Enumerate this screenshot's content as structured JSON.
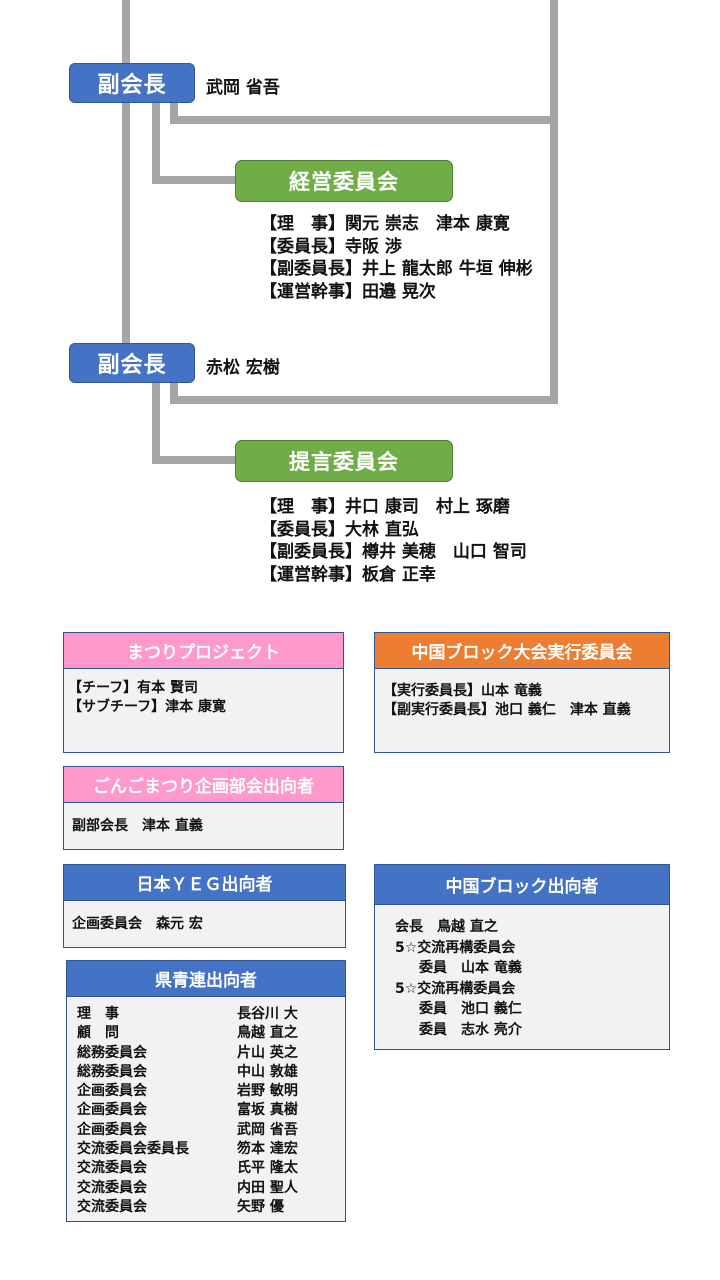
{
  "top": {
    "vp1": {
      "label": "副会長",
      "name": "武岡 省吾"
    },
    "committee1": {
      "label": "経営委員会",
      "lines": [
        "【理　事】関元 崇志　津本 康寛",
        "【委員長】寺阪 渉",
        "【副委員長】井上 龍太郎 牛垣 伸彬",
        "【運営幹事】田邉 晃次"
      ]
    },
    "vp2": {
      "label": "副会長",
      "name": "赤松 宏樹"
    },
    "committee2": {
      "label": "提言委員会",
      "lines": [
        "【理　事】井口 康司　村上 琢磨",
        "【委員長】大林 直弘",
        "【副委員長】樽井 美穂　山口 智司",
        "【運営幹事】板倉 正幸"
      ]
    }
  },
  "panels": {
    "matsuri": {
      "title": "まつりプロジェクト",
      "lines": [
        "【チーフ】有本 賢司",
        "【サブチーフ】津本 康寛"
      ]
    },
    "chugoku_taikai": {
      "title": "中国ブロック大会実行委員会",
      "lines": [
        "【実行委員長】山本 竜義",
        "【副実行委員長】池口 義仁　津本 直義"
      ]
    },
    "gongo": {
      "title": "ごんごまつり企画部会出向者",
      "lines": [
        "副部会長　津本 直義"
      ]
    },
    "nihon_yeg": {
      "title": "日本ＹＥＧ出向者",
      "lines": [
        "企画委員会　森元 宏"
      ]
    },
    "chugoku_block": {
      "title": "中国ブロック出向者",
      "lines": [
        "会長　鳥越 直之",
        "5☆交流再構委員会",
        "　委員　山本 竜義",
        "5☆交流再構委員会",
        "　委員　池口 義仁",
        "　委員　志水 亮介"
      ]
    },
    "kenseiren": {
      "title": "県青連出向者",
      "rows": [
        [
          "理　事",
          "長谷川 大"
        ],
        [
          "顧　問",
          "鳥越 直之"
        ],
        [
          "総務委員会",
          "片山 英之"
        ],
        [
          "総務委員会",
          "中山 敦雄"
        ],
        [
          "企画委員会",
          "岩野 敏明"
        ],
        [
          "企画委員会",
          "富坂 真樹"
        ],
        [
          "企画委員会",
          "武岡 省吾"
        ],
        [
          "交流委員会委員長",
          "笏本 達宏"
        ],
        [
          "交流委員会",
          "氏平 隆太"
        ],
        [
          "交流委員会",
          "内田 聖人"
        ],
        [
          "交流委員会",
          "矢野 優"
        ]
      ]
    }
  }
}
